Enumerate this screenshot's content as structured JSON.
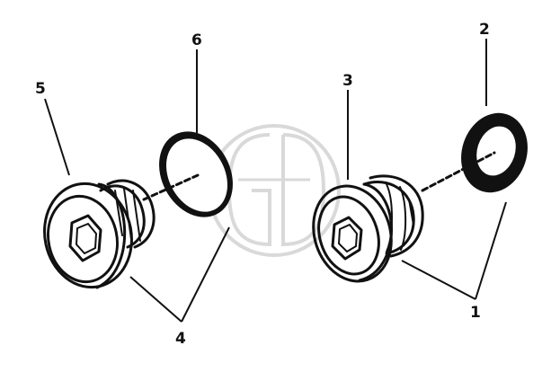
{
  "callouts": [
    {
      "id": "1",
      "label": "1"
    },
    {
      "id": "2",
      "label": "2"
    },
    {
      "id": "3",
      "label": "3"
    },
    {
      "id": "4",
      "label": "4"
    },
    {
      "id": "5",
      "label": "5"
    },
    {
      "id": "6",
      "label": "6"
    }
  ],
  "colors": {
    "ink": "#111111",
    "watermark": "#d9d9d9",
    "background": "#ffffff"
  }
}
